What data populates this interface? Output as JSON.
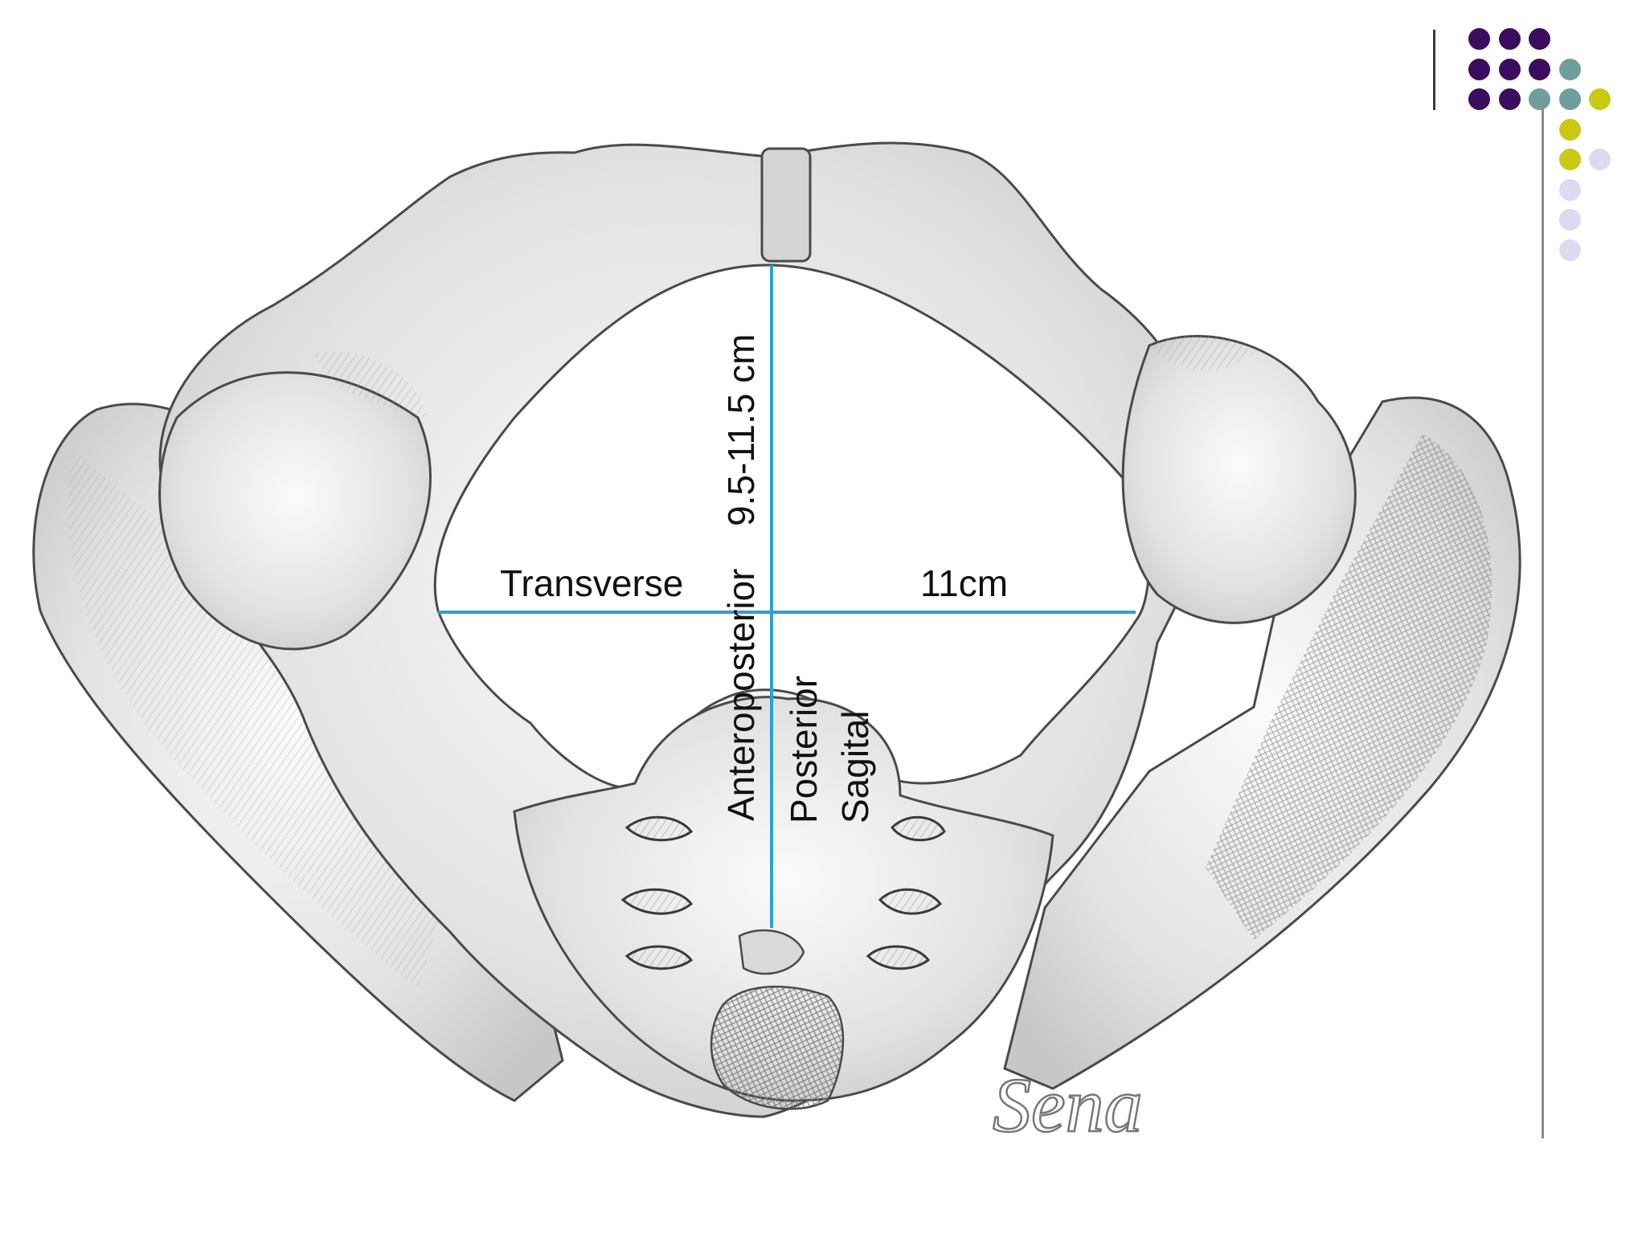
{
  "colors": {
    "purple": "#3b0d5e",
    "teal": "#6f9e9c",
    "olive": "#c9c813",
    "lavender": "#dcdaf0",
    "measure_line": "#2aa0d4",
    "bone_fill": "#e4e4e4",
    "bone_outline": "#4a4a4a"
  },
  "decor_dots": [
    [
      "purple",
      "purple",
      "purple"
    ],
    [
      "purple",
      "purple",
      "purple",
      "teal"
    ],
    [
      "purple",
      "purple",
      "teal",
      "teal",
      "olive"
    ],
    [
      "olive"
    ],
    [
      "olive",
      "lavender"
    ],
    [
      "lavender"
    ],
    [
      "lavender"
    ],
    [
      "lavender"
    ]
  ],
  "labels": {
    "transverse": "Transverse",
    "transverse_value": "11cm",
    "anteroposterior": "Anteroposterior",
    "anteroposterior_value": "9.5-11.5 cm",
    "posterior": "Posterior",
    "sagital": "Sagital"
  },
  "signature": "Sena"
}
